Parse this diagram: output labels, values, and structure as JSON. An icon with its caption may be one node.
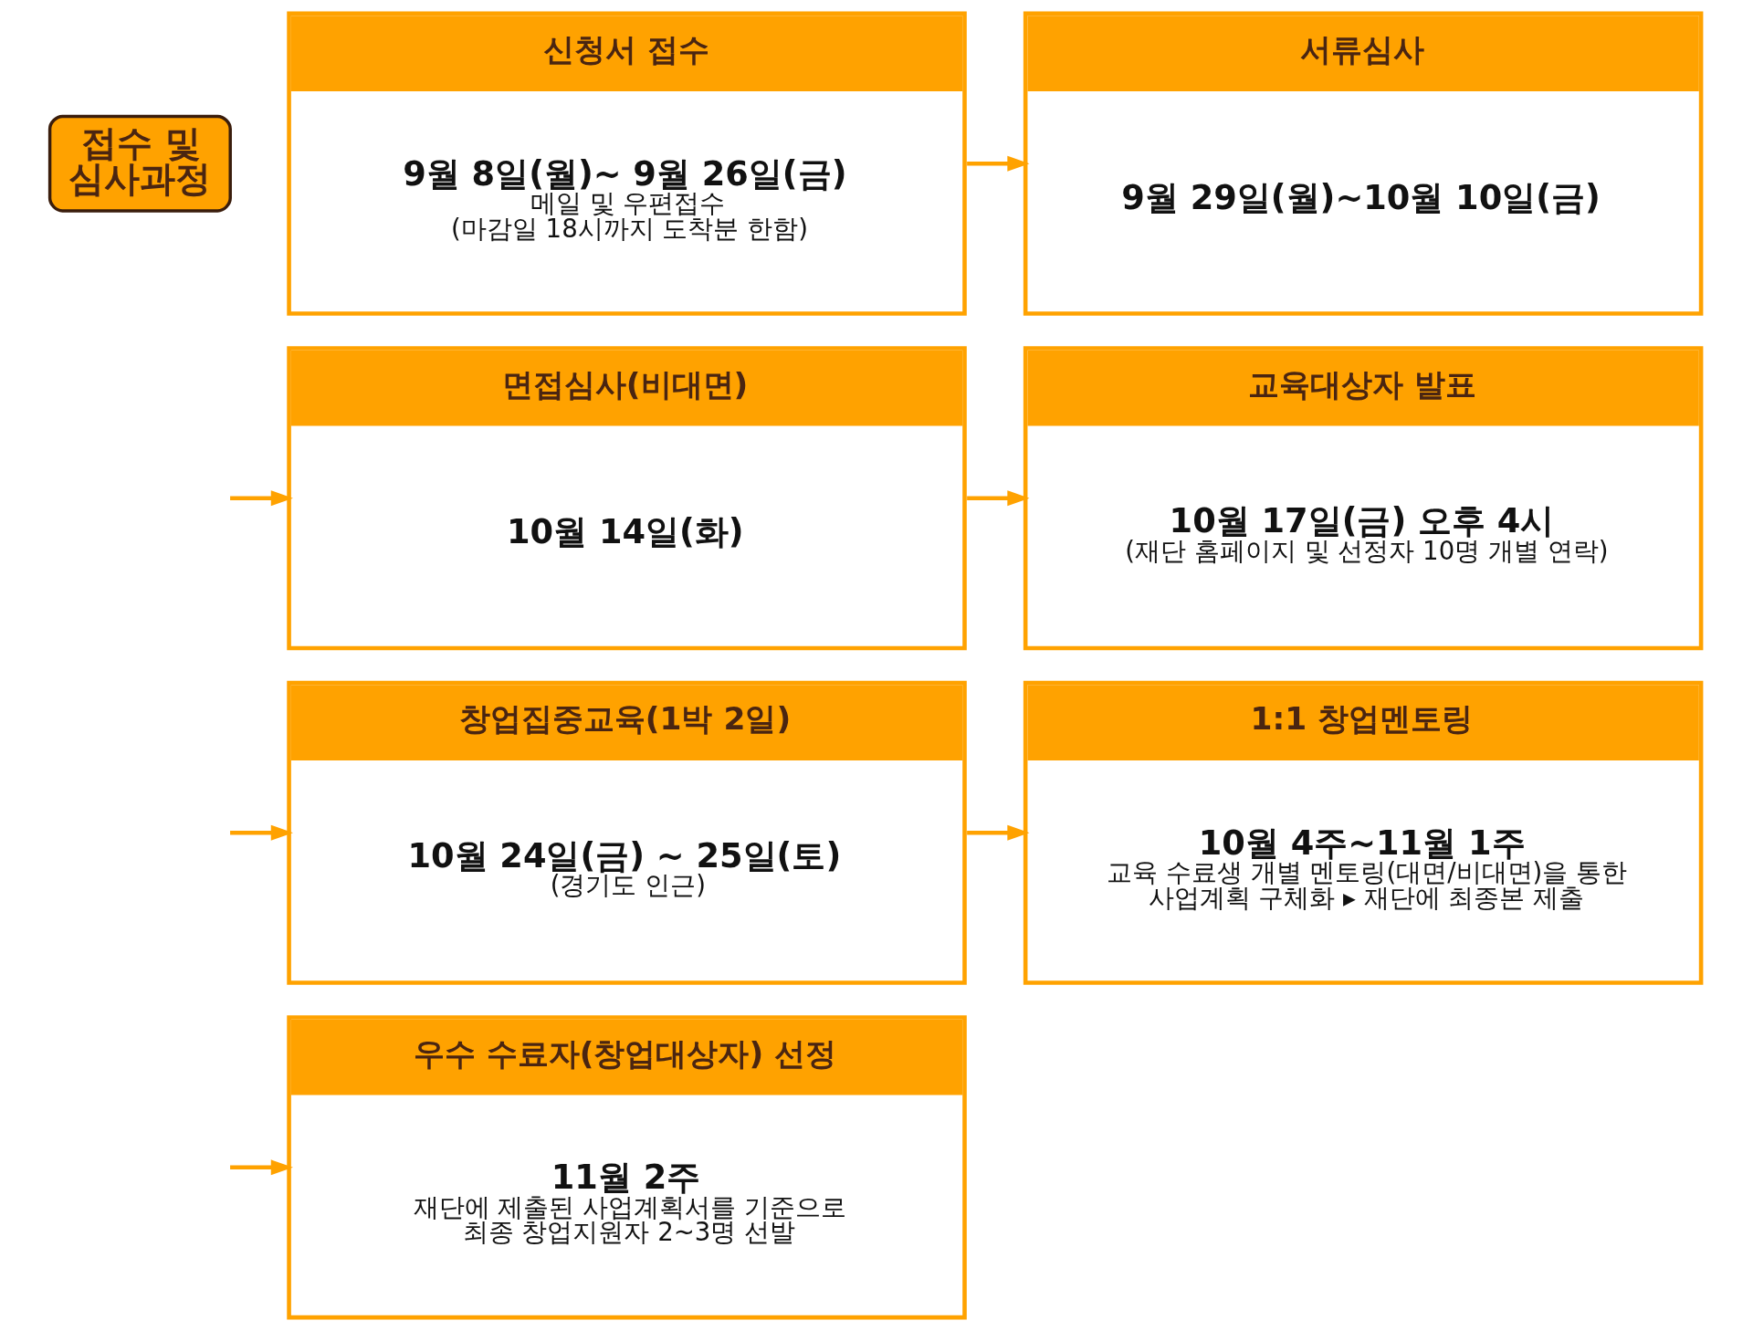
{
  "diagram": {
    "nodes": [
      {
        "text": [
          "접수 및 심사과정"
        ]
      },
      {
        "text": [
          "신청서 접수",
          "9월 8일(월)~ 9월 26일(금)",
          "메일 및 우편접수",
          "(마감일 18시까지 도착분 한함)"
        ]
      },
      {
        "text": [
          "서류심사",
          "9월 29일(월)~10월 10일(금)"
        ]
      },
      {
        "text": [
          "면접심사(비대면)",
          "10월 14일(화)"
        ]
      },
      {
        "text": [
          "교육대상자 발표",
          "10월 17일(금) 오후 4시",
          "(재단 홈페이지 및 선정자 10명 개별 연락)"
        ]
      },
      {
        "text": [
          "창업집중교육(1박 2일)",
          "10월 24일(금) ~ 25일(토)",
          "(경기도 인근)"
        ]
      },
      {
        "text": [
          "1:1 창업멘토링",
          "10월 4주~11월 1주",
          "교육 수료생 개별 멘토링(대면/비대면)을 통한 사업계획 구체화 ▸ 재단에 최종본 제출"
        ]
      },
      {
        "text": [
          "우수 수료자(창업대상자) 선정",
          "11월 2주",
          "재단에 제출된 사업계획서를 기준으로 최종 창업지원자 2~3명 선발"
        ]
      }
    ],
    "edges": [
      {
        "from": 1,
        "to": 2,
        "arrow": "to"
      },
      {
        "from": null,
        "to": 3,
        "arrow": "to"
      },
      {
        "from": 3,
        "to": 4,
        "arrow": "to"
      },
      {
        "from": null,
        "to": 5,
        "arrow": "to"
      },
      {
        "from": 5,
        "to": 6,
        "arrow": "to"
      },
      {
        "from": null,
        "to": 7,
        "arrow": "to"
      }
    ]
  }
}
